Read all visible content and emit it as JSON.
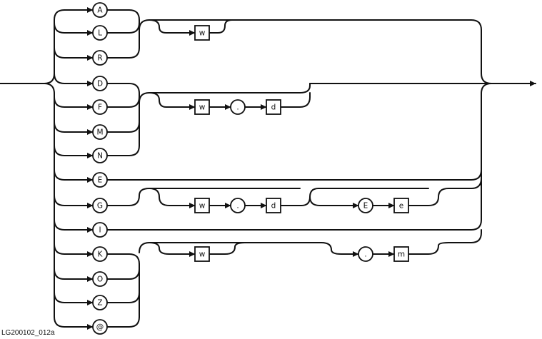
{
  "diagram": {
    "letters": [
      "A",
      "L",
      "R",
      "D",
      "F",
      "M",
      "N",
      "E",
      "G",
      "I",
      "K",
      "O",
      "Z",
      "@"
    ],
    "w": "w",
    "d": "d",
    "dot": ".",
    "E": "E",
    "e": "e",
    "m": "m"
  },
  "figure_id": "LG200102_012a"
}
